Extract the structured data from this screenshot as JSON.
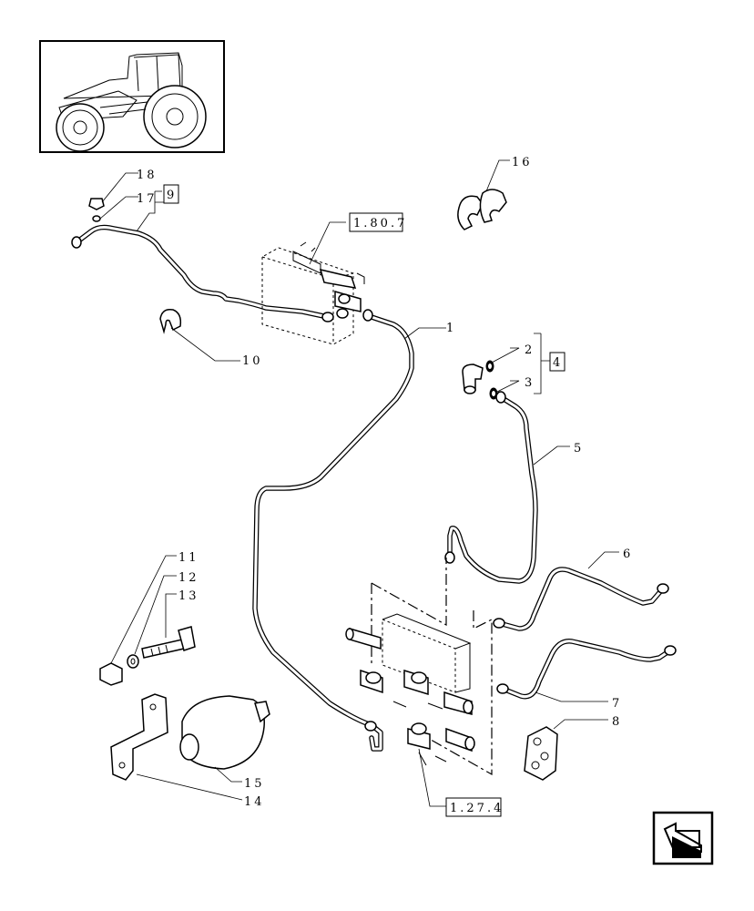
{
  "part_labels": [
    "1",
    "2",
    "3",
    "4",
    "5",
    "6",
    "7",
    "8",
    "9",
    "10",
    "11",
    "12",
    "13",
    "14",
    "15",
    "16",
    "17",
    "18"
  ],
  "references": [
    "1.80.7",
    "1.27.4"
  ],
  "icons": {
    "thumbnail": "tractor-thumbnail-icon",
    "nav": "navigation-arrow-icon"
  }
}
